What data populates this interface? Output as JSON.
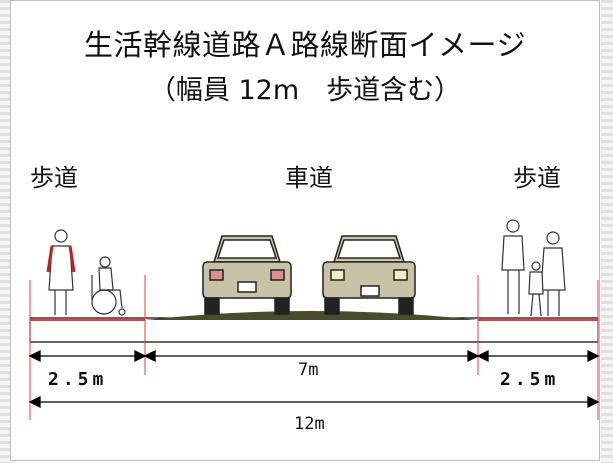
{
  "title": {
    "line1": "生活幹線道路Ａ路線断面イメージ",
    "line2": "（幅員 12m　歩道含む）"
  },
  "sections": {
    "left_sidewalk": "歩道",
    "roadway": "車道",
    "right_sidewalk": "歩道"
  },
  "dimensions": {
    "left_sidewalk_width": "2.5m",
    "roadway_width": "7m",
    "right_sidewalk_width": "2.5m",
    "total_width": "12m"
  },
  "colors": {
    "curb_line": "#e04040",
    "car_body": "#c8c2a6",
    "road_shoulder": "#4a4a2e"
  }
}
